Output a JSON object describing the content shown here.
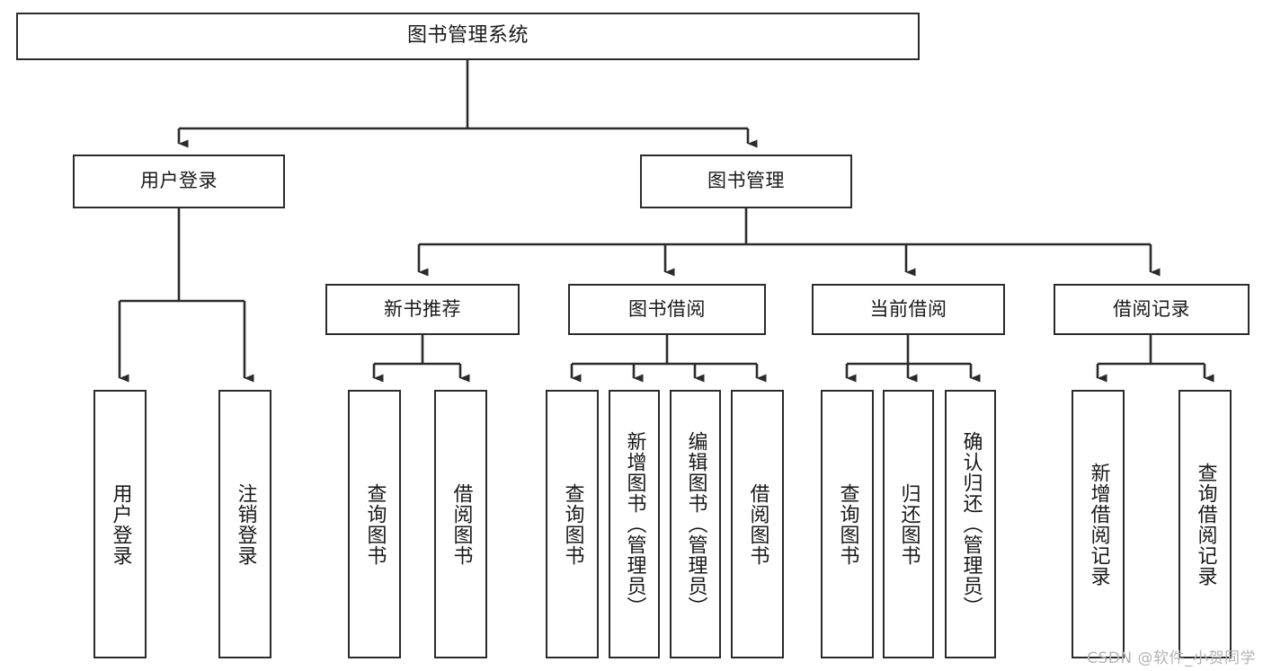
{
  "diagram": {
    "title": "图书管理系统",
    "type": "tree",
    "orientation": "top-down",
    "colors": {
      "box_border": "#2b2b2b",
      "box_fill": "#ffffff",
      "connector": "#2b2b2b",
      "text": "#1a1a1a",
      "watermark": "#b4b4b4",
      "background": "#ffffff"
    },
    "levels": {
      "root": {
        "label": "图书管理系统"
      },
      "level2": [
        {
          "id": "user-login",
          "label": "用户登录"
        },
        {
          "id": "book-manage",
          "label": "图书管理"
        }
      ],
      "level3": [
        {
          "id": "new-book-rec",
          "label": "新书推荐"
        },
        {
          "id": "book-borrow",
          "label": "图书借阅"
        },
        {
          "id": "current-borrow",
          "label": "当前借阅"
        },
        {
          "id": "borrow-record",
          "label": "借阅记录"
        }
      ],
      "leaves": {
        "user_login": [
          {
            "id": "leaf-user-login",
            "label": "用户登录"
          },
          {
            "id": "leaf-user-logout",
            "label": "注销登录"
          }
        ],
        "new_book_rec": [
          {
            "id": "leaf-query-book-1",
            "label": "查询图书"
          },
          {
            "id": "leaf-borrow-book-1",
            "label": "借阅图书"
          }
        ],
        "book_borrow": [
          {
            "id": "leaf-query-book-2",
            "label": "查询图书"
          },
          {
            "id": "leaf-add-book",
            "label": "新增图书（管理员）"
          },
          {
            "id": "leaf-edit-book",
            "label": "编辑图书（管理员）"
          },
          {
            "id": "leaf-borrow-book-2",
            "label": "借阅图书"
          }
        ],
        "current_borrow": [
          {
            "id": "leaf-query-book-3",
            "label": "查询图书"
          },
          {
            "id": "leaf-return-book",
            "label": "归还图书"
          },
          {
            "id": "leaf-confirm-return",
            "label": "确认归还（管理员）"
          }
        ],
        "borrow_record": [
          {
            "id": "leaf-add-record",
            "label": "新增借阅记录"
          },
          {
            "id": "leaf-query-record",
            "label": "查询借阅记录"
          }
        ]
      }
    },
    "edges": [
      {
        "from": "图书管理系统",
        "to": "用户登录"
      },
      {
        "from": "图书管理系统",
        "to": "图书管理"
      },
      {
        "from": "用户登录",
        "to": "用户登录"
      },
      {
        "from": "用户登录",
        "to": "注销登录"
      },
      {
        "from": "图书管理",
        "to": "新书推荐"
      },
      {
        "from": "图书管理",
        "to": "图书借阅"
      },
      {
        "from": "图书管理",
        "to": "当前借阅"
      },
      {
        "from": "图书管理",
        "to": "借阅记录"
      },
      {
        "from": "新书推荐",
        "to": "查询图书"
      },
      {
        "from": "新书推荐",
        "to": "借阅图书"
      },
      {
        "from": "图书借阅",
        "to": "查询图书"
      },
      {
        "from": "图书借阅",
        "to": "新增图书（管理员）"
      },
      {
        "from": "图书借阅",
        "to": "编辑图书（管理员）"
      },
      {
        "from": "图书借阅",
        "to": "借阅图书"
      },
      {
        "from": "当前借阅",
        "to": "查询图书"
      },
      {
        "from": "当前借阅",
        "to": "归还图书"
      },
      {
        "from": "当前借阅",
        "to": "确认归还（管理员）"
      },
      {
        "from": "借阅记录",
        "to": "新增借阅记录"
      },
      {
        "from": "借阅记录",
        "to": "查询借阅记录"
      }
    ]
  },
  "watermark": {
    "text": "CSDN @软件_小贺同学"
  }
}
